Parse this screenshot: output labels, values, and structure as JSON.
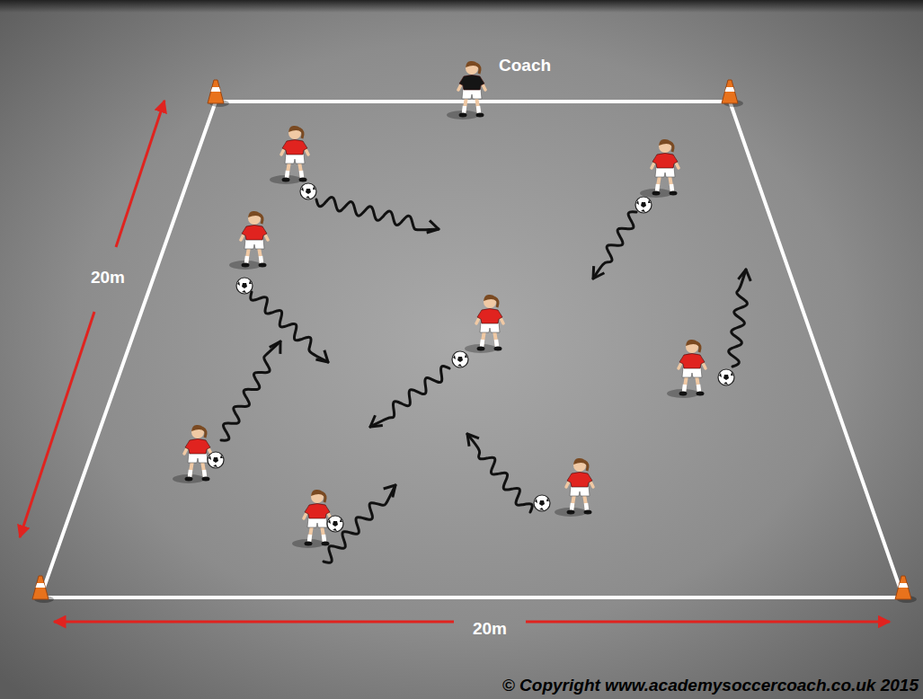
{
  "diagram": {
    "labels": [
      "Coach",
      "20m",
      "20m",
      "© Copyright www.academysoccercoach.co.uk 2015"
    ]
  }
}
